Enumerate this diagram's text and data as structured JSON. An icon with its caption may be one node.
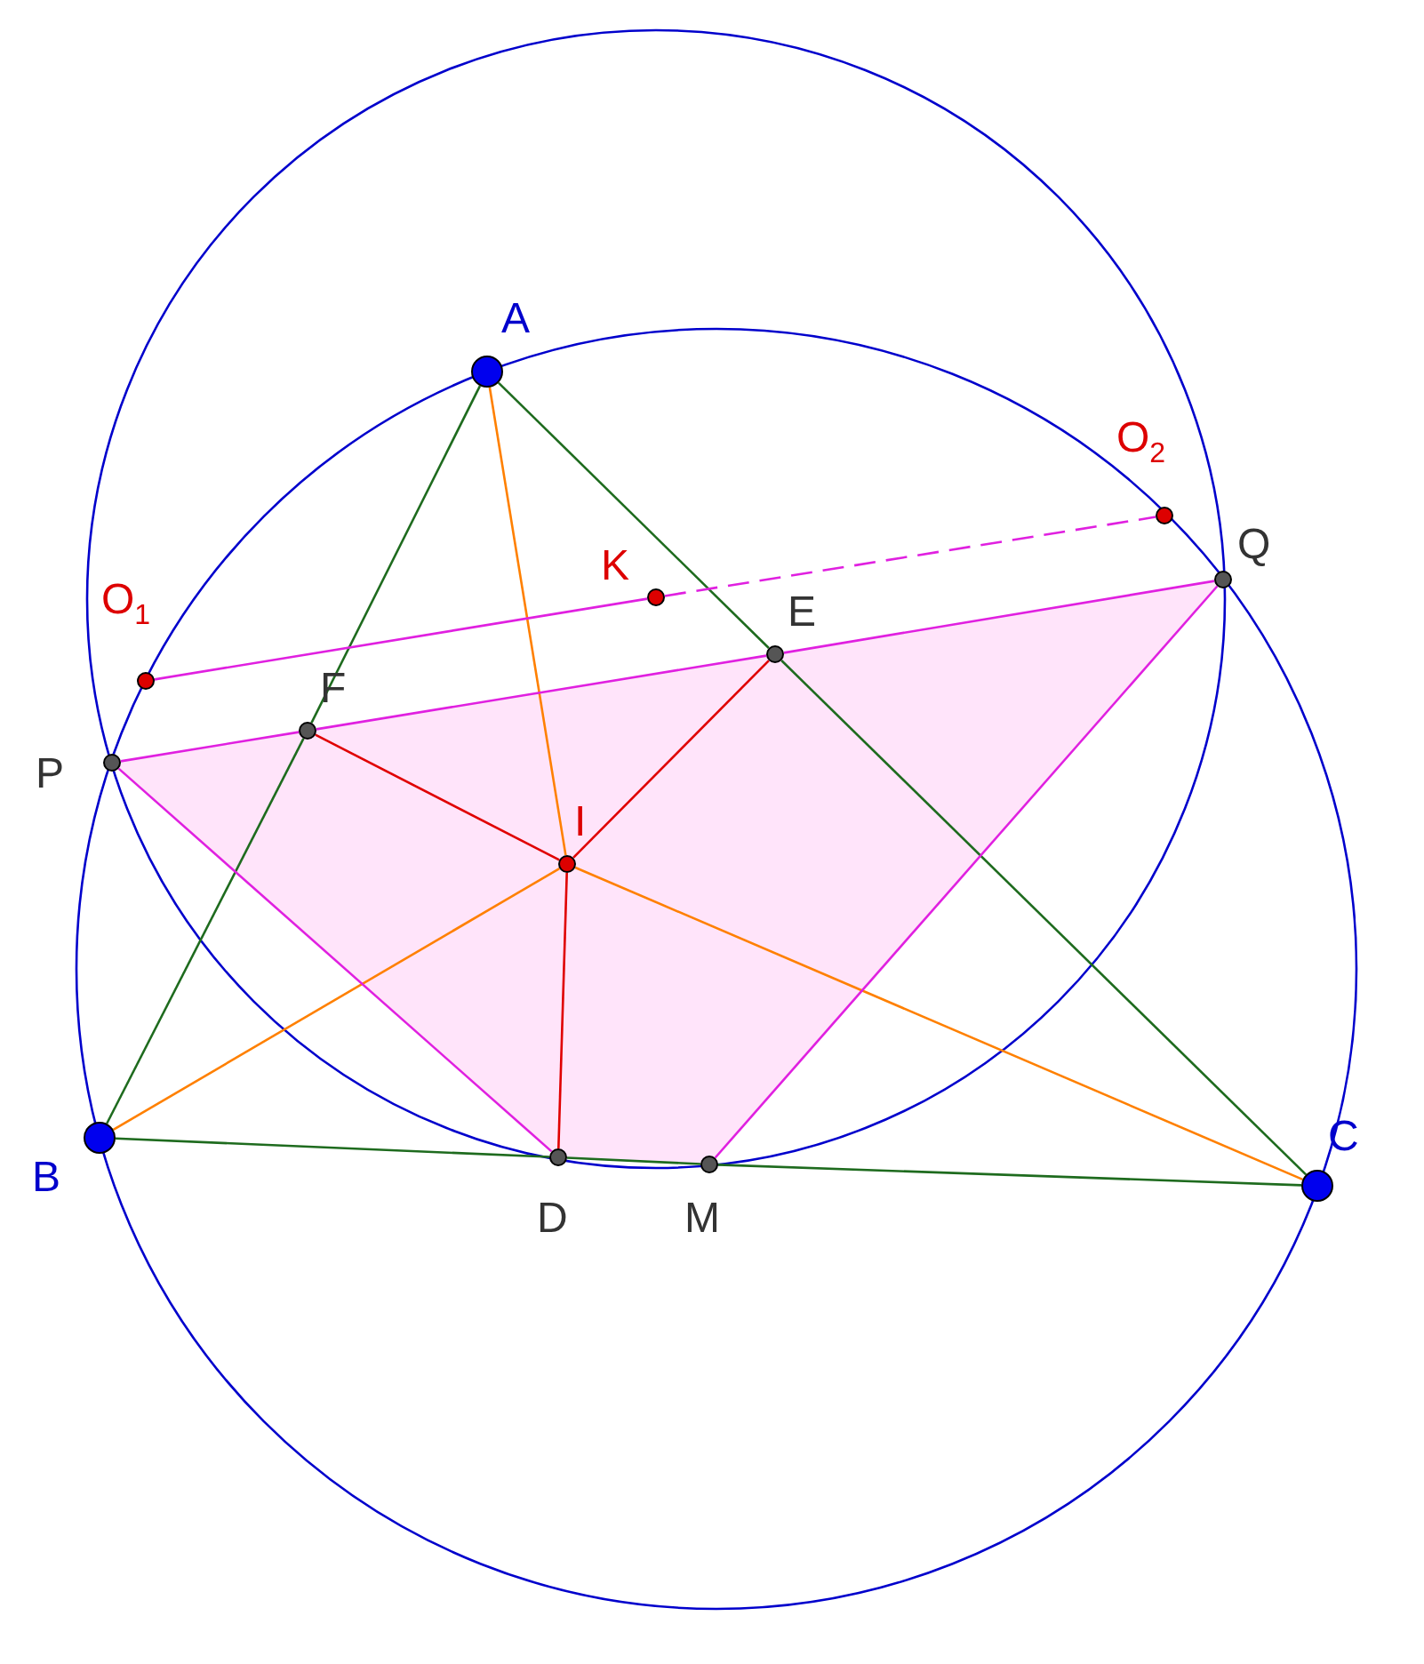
{
  "diagram": {
    "nodes": [
      {
        "text": [
          "A"
        ]
      },
      {
        "text": [
          "O$_{2}$"
        ]
      },
      {
        "text": [
          "Q"
        ]
      },
      {
        "text": [
          "K"
        ]
      },
      {
        "text": [
          "O$_{1}$"
        ]
      },
      {
        "text": [
          "E"
        ]
      },
      {
        "text": [
          "F"
        ]
      },
      {
        "text": [
          "P"
        ]
      },
      {
        "text": [
          "I"
        ]
      },
      {
        "text": [
          "B"
        ]
      },
      {
        "text": [
          "C"
        ]
      },
      {
        "text": [
          "D"
        ]
      },
      {
        "text": [
          "M"
        ]
      }
    ],
    "edges": [
      {
        "from": 0,
        "to": 6,
        "arrow": "none",
        "color": "#1e6b1e"
      },
      {
        "from": 6,
        "to": 9,
        "arrow": "none",
        "color": "#1e6b1e"
      },
      {
        "from": 0,
        "to": 5,
        "arrow": "none",
        "color": "#1e6b1e"
      },
      {
        "from": 5,
        "to": 10,
        "arrow": "none",
        "color": "#1e6b1e"
      },
      {
        "from": 9,
        "to": 11,
        "arrow": "none",
        "color": "#1e6b1e"
      },
      {
        "from": 11,
        "to": 12,
        "arrow": "none",
        "color": "#1e6b1e"
      },
      {
        "from": 12,
        "to": 10,
        "arrow": "none",
        "color": "#1e6b1e"
      },
      {
        "from": 0,
        "to": 8,
        "arrow": "none",
        "color": "#ff8000"
      },
      {
        "from": 9,
        "to": 8,
        "arrow": "none",
        "color": "#ff8000"
      },
      {
        "from": 10,
        "to": 8,
        "arrow": "none",
        "color": "#ff8000"
      },
      {
        "from": 8,
        "to": 11,
        "arrow": "none",
        "color": "#e00000"
      },
      {
        "from": 8,
        "to": 5,
        "arrow": "none",
        "color": "#e00000"
      },
      {
        "from": 8,
        "to": 6,
        "arrow": "none",
        "color": "#e00000"
      },
      {
        "from": 7,
        "to": 6,
        "arrow": "none",
        "color": "#e020e0"
      },
      {
        "from": 6,
        "to": 5,
        "arrow": "none",
        "color": "#e020e0"
      },
      {
        "from": 5,
        "to": 2,
        "arrow": "none",
        "color": "#e020e0"
      },
      {
        "from": 7,
        "to": 11,
        "arrow": "none",
        "color": "#e020e0"
      },
      {
        "from": 2,
        "to": 12,
        "arrow": "none",
        "color": "#e020e0"
      },
      {
        "from": 4,
        "to": 3,
        "arrow": "none",
        "color": "#e020e0"
      },
      {
        "from": 3,
        "to": 1,
        "arrow": "none",
        "style": "dashed",
        "color": "#e020e0"
      }
    ]
  }
}
